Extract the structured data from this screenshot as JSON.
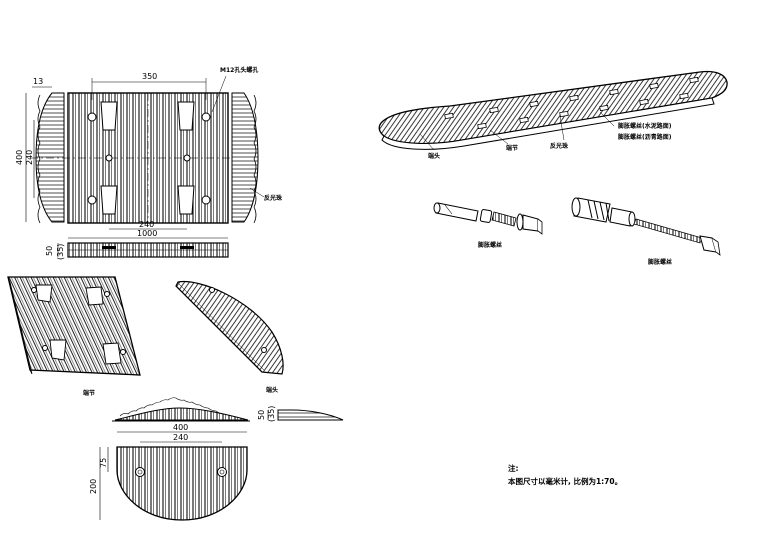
{
  "labels": {
    "bolt_hole": "M12孔头螺孔",
    "reflector": "反光珠",
    "middle_section": "端节",
    "end_cap": "端头",
    "end_cap_3d": "端头",
    "middle_3d": "端节",
    "reflector_3d": "反光珠",
    "expansion_bolt_road": "膨胀螺丝(水泥路面)",
    "expansion_bolt_asphalt": "膨胀螺丝(沥青路面)",
    "bolt_a_caption": "膨胀螺丝",
    "bolt_b_caption": "膨胀螺丝",
    "end_cap_view": "端头",
    "section_view": "端节"
  },
  "dimensions": {
    "top_13": "13",
    "top_350": "350",
    "left_400": "400",
    "left_240": "240",
    "inner_240": "240",
    "overall_1000": "1000",
    "height_50": "50",
    "height_35": "(35)",
    "end_400": "400",
    "end_240": "240",
    "end_75": "75",
    "end_200": "200",
    "side_50": "50",
    "side_35": "(35)"
  },
  "notes": {
    "title": "注:",
    "body": "本图尺寸以毫米计, 比例为1:70。"
  }
}
